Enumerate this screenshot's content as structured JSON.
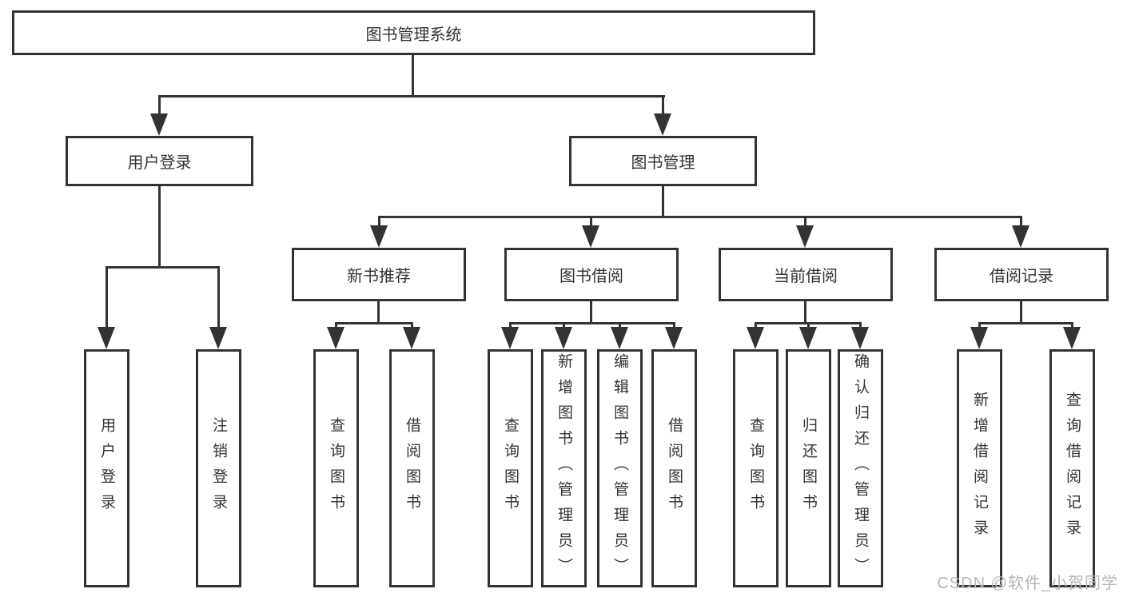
{
  "colors": {
    "line": "#333333",
    "text": "#333333",
    "watermark": "#b6b6b6",
    "background": "#ffffff"
  },
  "root": {
    "label": "图书管理系统"
  },
  "level2": [
    {
      "label": "用户登录"
    },
    {
      "label": "图书管理"
    }
  ],
  "level3": [
    {
      "label": "新书推荐"
    },
    {
      "label": "图书借阅"
    },
    {
      "label": "当前借阅"
    },
    {
      "label": "借阅记录"
    }
  ],
  "leaves": [
    {
      "label": "用户登录",
      "parent": "用户登录"
    },
    {
      "label": "注销登录",
      "parent": "用户登录"
    },
    {
      "label": "查询图书",
      "parent": "新书推荐"
    },
    {
      "label": "借阅图书",
      "parent": "新书推荐"
    },
    {
      "label": "查询图书",
      "parent": "图书借阅"
    },
    {
      "label": "新增图书（管理员）",
      "parent": "图书借阅"
    },
    {
      "label": "编辑图书（管理员）",
      "parent": "图书借阅"
    },
    {
      "label": "借阅图书",
      "parent": "图书借阅"
    },
    {
      "label": "查询图书",
      "parent": "当前借阅"
    },
    {
      "label": "归还图书",
      "parent": "当前借阅"
    },
    {
      "label": "确认归还（管理员）",
      "parent": "当前借阅"
    },
    {
      "label": "新增借阅记录",
      "parent": "借阅记录"
    },
    {
      "label": "查询借阅记录",
      "parent": "借阅记录"
    }
  ],
  "watermark": {
    "text": "CSDN @软件_小贺同学"
  }
}
